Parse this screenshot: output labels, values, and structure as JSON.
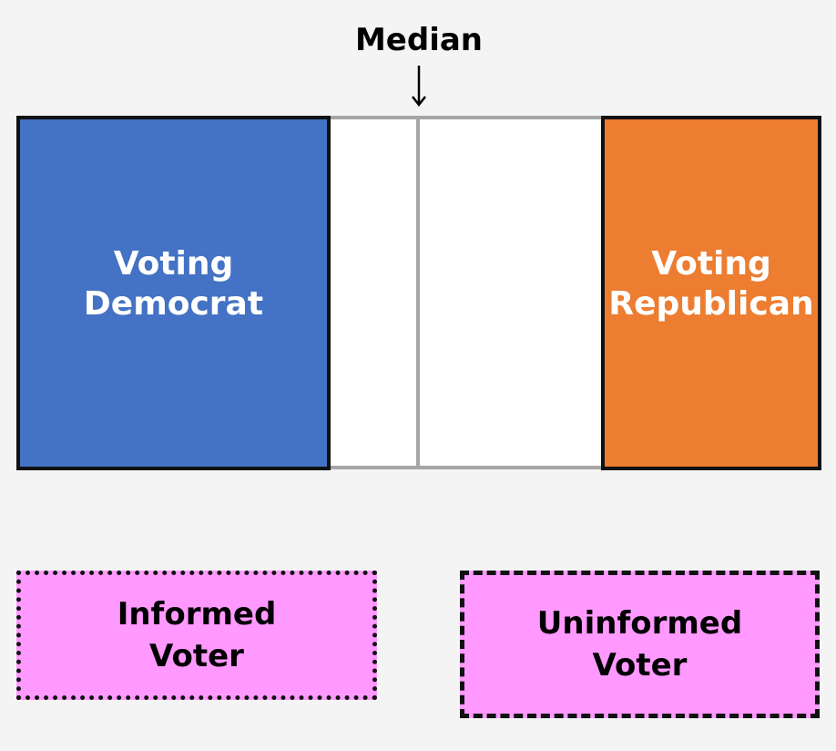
{
  "median": {
    "label": "Median"
  },
  "parties": {
    "democrat": {
      "label": "Voting\nDemocrat",
      "color": "#4472c4"
    },
    "republican": {
      "label": "Voting\nRepublican",
      "color": "#ed7d31"
    }
  },
  "middle": {
    "fill": "#ffffff",
    "line_color": "#a6a6a6"
  },
  "voters": {
    "informed": {
      "label": "Informed\nVoter",
      "color": "#ff99ff",
      "border_style": "dotted"
    },
    "uninformed": {
      "label": "Uninformed\nVoter",
      "color": "#ff99ff",
      "border_style": "dashed"
    }
  }
}
